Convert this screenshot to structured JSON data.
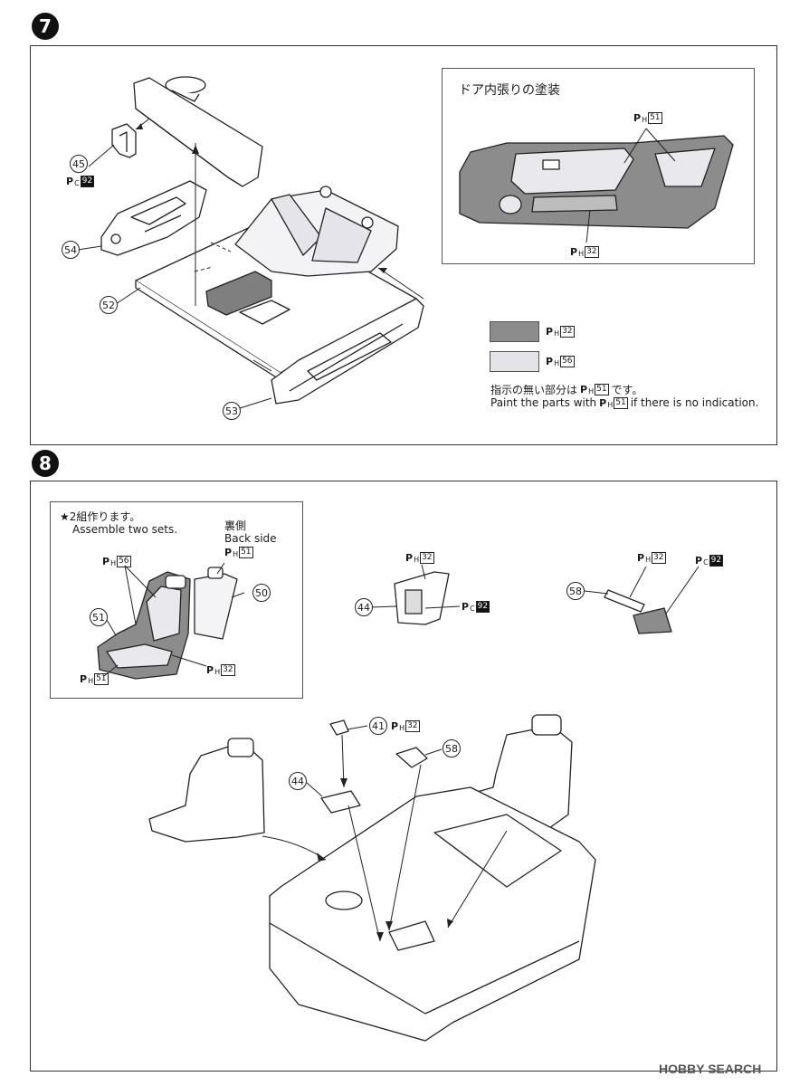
{
  "colors": {
    "dark_gray": "#8c8c8c",
    "light_gray": "#e3e3e8",
    "line": "#222222"
  },
  "step7": {
    "number": "7",
    "parts": {
      "p45": "45",
      "p54": "54",
      "p52": "52",
      "p53": "53"
    },
    "color_codes": {
      "pc92": "92"
    },
    "inset": {
      "title": "ドア内張りの塗装",
      "code_top": "51",
      "code_bottom": "32"
    },
    "legend": {
      "code_dark": "32",
      "code_light": "56",
      "note_jp_before": "指示の無い部分は",
      "note_jp_code": "51",
      "note_jp_after": "です。",
      "note_en_before": "Paint the parts with",
      "note_en_code": "51",
      "note_en_after": "if there is no indication."
    }
  },
  "step8": {
    "number": "8",
    "inset": {
      "note_jp": "★2組作ります。",
      "note_en": "Assemble two sets.",
      "back_jp": "裏側",
      "back_en": "Back side",
      "code_back": "51",
      "code_56": "56",
      "code_51": "51",
      "code_32": "32",
      "part_51": "51",
      "part_50": "50"
    },
    "part44": {
      "part": "44",
      "code_h": "32",
      "code_c": "92"
    },
    "part58": {
      "part": "58",
      "code_h": "32",
      "code_c": "92"
    },
    "assembly": {
      "part41": "41",
      "code41": "32",
      "part44": "44",
      "part58": "58"
    }
  },
  "watermark": {
    "brand": "HOBBY",
    "suffix": "SEARCH"
  }
}
